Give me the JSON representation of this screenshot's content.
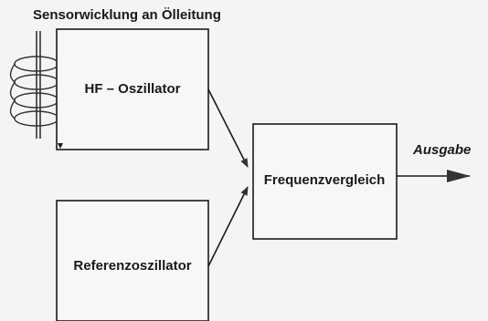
{
  "diagram": {
    "sensor_caption": "Sensorwicklung an Ölleitung",
    "blocks": {
      "hf_oscillator": "HF – Oszillator",
      "frequency_comparison": "Frequenzvergleich",
      "reference_oscillator": "Referenzoszillator"
    },
    "output_label": "Ausgabe"
  },
  "colors": {
    "line": "#1a1a1a",
    "arrow": "#333333",
    "background": "#f4f4f2"
  },
  "icons": [
    "sensor-coil-icon",
    "arrow-icon"
  ]
}
